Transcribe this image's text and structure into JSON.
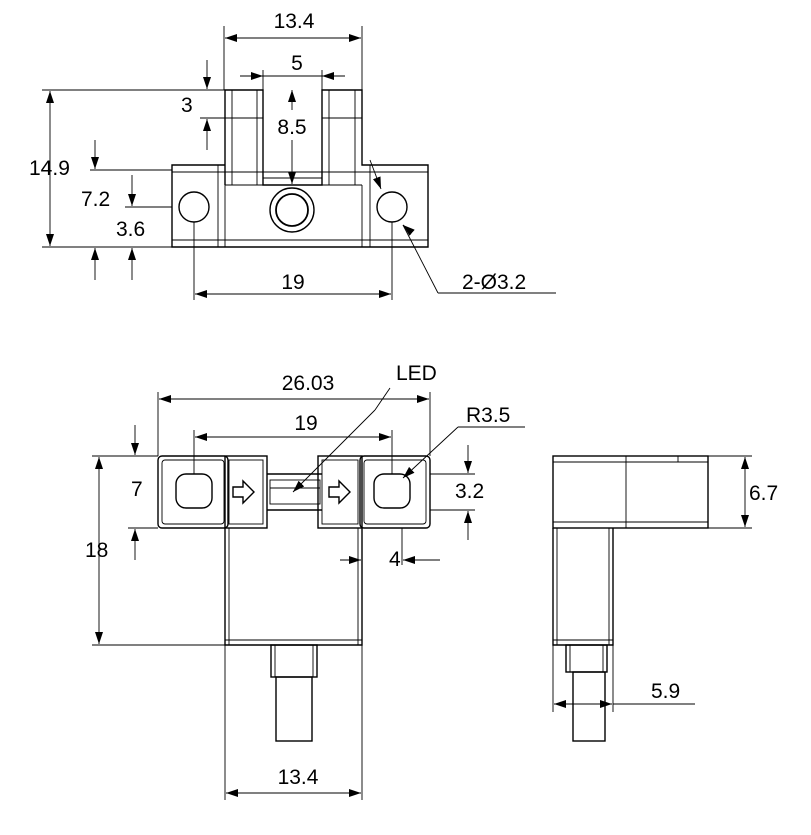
{
  "top_view": {
    "width": "13.4",
    "slot_width": "5",
    "tab_height": "3",
    "slot_depth": "8.5",
    "total_height": "14.9",
    "hole_height": "7.2",
    "half_height": "3.6",
    "hole_pitch": "19",
    "hole_callout": "2-Ø3.2"
  },
  "front_view": {
    "led_label": "LED",
    "overall_width": "26.03",
    "hole_pitch": "19",
    "radius": "R3.5",
    "wing_height": "7",
    "slot_height": "3.2",
    "total_height": "18",
    "wall_thickness": "4",
    "body_width": "13.4"
  },
  "side_view": {
    "head_depth": "6.7",
    "cable_width": "5.9"
  }
}
